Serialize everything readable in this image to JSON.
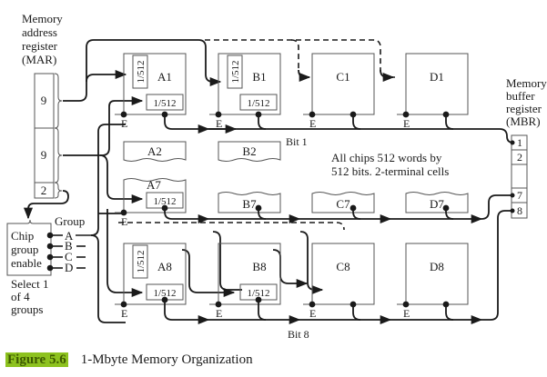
{
  "mar": {
    "title_lines": [
      "Memory",
      "address",
      "register",
      "(MAR)"
    ],
    "fields": [
      "9",
      "9",
      "2"
    ]
  },
  "mbr": {
    "title_lines": [
      "Memory",
      "buffer",
      "register",
      "(MBR)"
    ],
    "cells": [
      "1",
      "2",
      "",
      "7",
      "8"
    ]
  },
  "chip_group_enable": {
    "lines": [
      "Chip",
      "group",
      "enable"
    ],
    "group_label": "Group",
    "groups": [
      "A",
      "B",
      "C",
      "D"
    ],
    "select_lines": [
      "Select 1",
      "of 4",
      "groups"
    ]
  },
  "chips": {
    "row1": [
      "A1",
      "B1",
      "C1",
      "D1"
    ],
    "row2": [
      "A2",
      "B2"
    ],
    "row7": [
      "A7",
      "B7",
      "C7",
      "D7"
    ],
    "row8": [
      "A8",
      "B8",
      "C8",
      "D8"
    ],
    "decoder_label": "1/512",
    "enable_label": "E"
  },
  "bit_labels": {
    "bit1": "Bit 1",
    "bit8": "Bit 8"
  },
  "note_lines": [
    "All chips 512 words by",
    "512 bits. 2-terminal cells"
  ],
  "caption": {
    "tag": "Figure 5.6",
    "title": "1-Mbyte Memory Organization"
  },
  "colors": {
    "figure_tag_bg": "#8dc21f",
    "line": "#1a1a1a",
    "box": "#555555"
  }
}
